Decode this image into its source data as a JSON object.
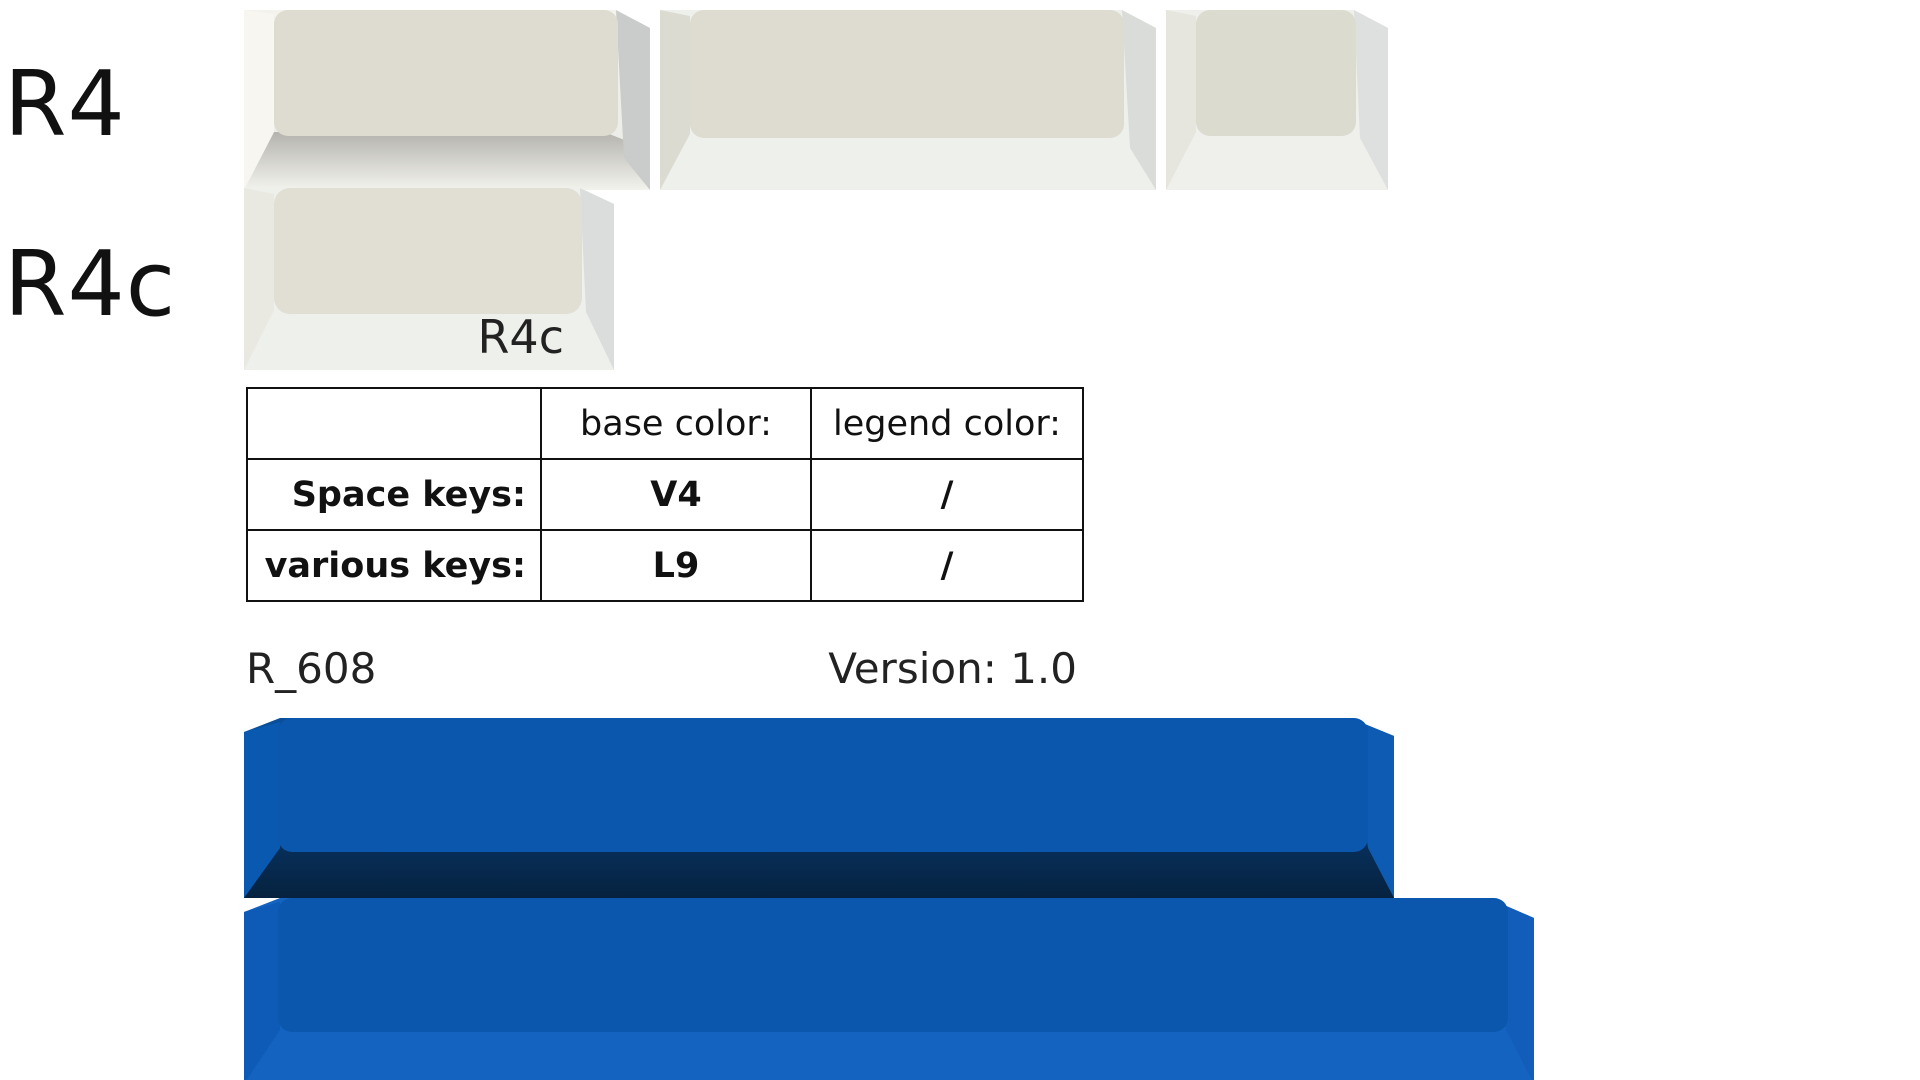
{
  "rows": {
    "r4_label": "R4",
    "r4c_label": "R4c"
  },
  "keycaps": {
    "r4c_legend": "R4c",
    "colors": {
      "white_top": "#dedbd0",
      "white_side": "#eef0ec",
      "blue_top": "#0a57ad",
      "blue_side": "#1463c0"
    }
  },
  "table": {
    "headers": [
      "",
      "base color:",
      "legend color:"
    ],
    "rows": [
      {
        "label": "Space keys:",
        "base": "V4",
        "legend": "/"
      },
      {
        "label": "various keys:",
        "base": "L9",
        "legend": "/"
      }
    ]
  },
  "footer": {
    "code": "R_608",
    "version": "Version: 1.0"
  }
}
